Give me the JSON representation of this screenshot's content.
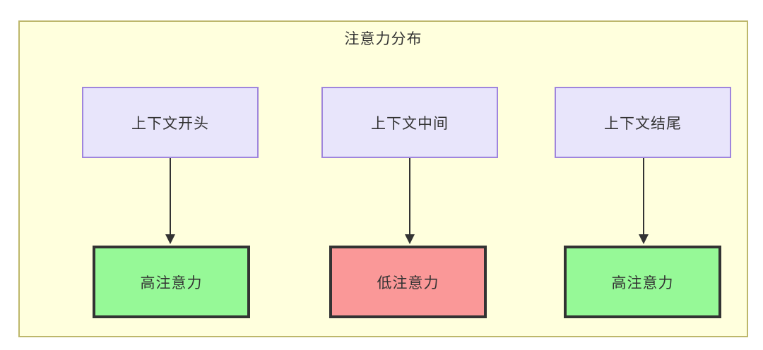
{
  "diagram": {
    "title": "注意力分布",
    "container": {
      "background_color": "#ffffdd",
      "border_color": "#bdb76b"
    },
    "context_nodes": [
      {
        "label": "上下文开头",
        "fill": "#e8e5fb",
        "stroke": "#9f85dd"
      },
      {
        "label": "上下文中间",
        "fill": "#e8e5fb",
        "stroke": "#9f85dd"
      },
      {
        "label": "上下文结尾",
        "fill": "#e8e5fb",
        "stroke": "#9f85dd"
      }
    ],
    "attention_nodes": [
      {
        "label": "高注意力",
        "fill": "#96f997",
        "stroke": "#333333"
      },
      {
        "label": "低注意力",
        "fill": "#fa9898",
        "stroke": "#333333"
      },
      {
        "label": "高注意力",
        "fill": "#96f997",
        "stroke": "#333333"
      }
    ],
    "edges": [
      {
        "from": "上下文开头",
        "to": "高注意力"
      },
      {
        "from": "上下文中间",
        "to": "低注意力"
      },
      {
        "from": "上下文结尾",
        "to": "高注意力"
      }
    ]
  }
}
